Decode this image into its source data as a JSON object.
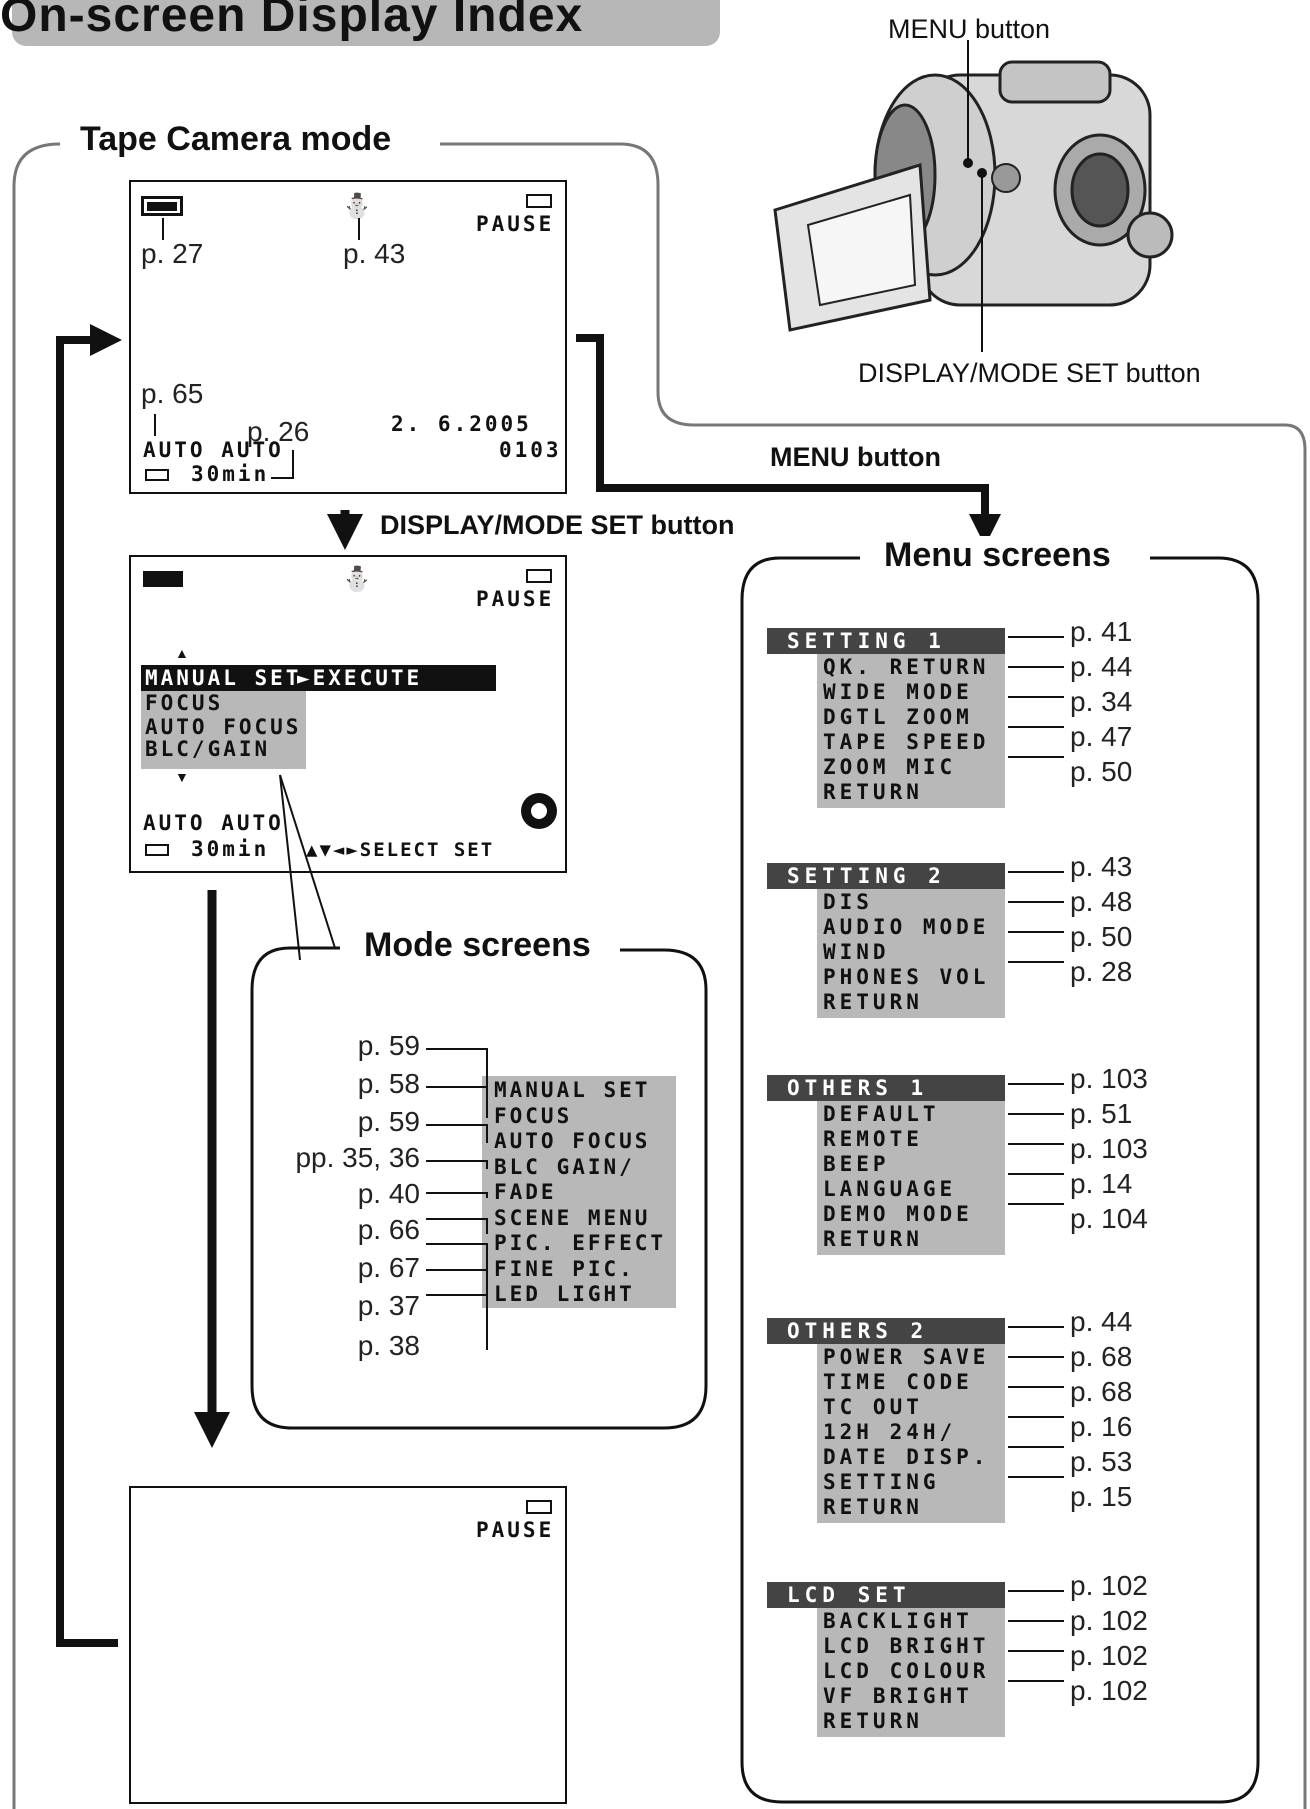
{
  "title": "On-screen Display Index",
  "camera": {
    "menu_button_label": "MENU button",
    "display_button_label": "DISPLAY/MODE SET button"
  },
  "tape_camera_mode": "Tape Camera mode",
  "screen1": {
    "status": "PAUSE",
    "date": "2. 6.2005",
    "time": "0103",
    "auto": "AUTO AUTO",
    "tape_remaining": "30min",
    "refs": {
      "battery": "p. 27",
      "mic": "p. 43",
      "auto": "p. 65",
      "tape": "p. 26"
    }
  },
  "arrows": {
    "display_mode_set": "DISPLAY/MODE SET button",
    "menu_button": "MENU button"
  },
  "screen2": {
    "status": "PAUSE",
    "manual_set": "MANUAL SET",
    "execute": "►EXECUTE",
    "items": [
      "FOCUS",
      "AUTO FOCUS",
      "BLC/GAIN"
    ],
    "auto": "AUTO AUTO",
    "tape_remaining": "30min",
    "select_set": "▲▼◄►SELECT SET"
  },
  "mode_screens": {
    "title": "Mode screens",
    "items": [
      {
        "label": "MANUAL SET",
        "page": "p. 59"
      },
      {
        "label": "FOCUS",
        "page": "p. 58"
      },
      {
        "label": "AUTO FOCUS",
        "page": "p. 59"
      },
      {
        "label": "BLC GAIN/",
        "page": "pp. 35, 36"
      },
      {
        "label": "FADE",
        "page": "p. 40"
      },
      {
        "label": "SCENE MENU",
        "page": "p. 66"
      },
      {
        "label": "PIC. EFFECT",
        "page": "p. 67"
      },
      {
        "label": "FINE PIC.",
        "page": "p. 37"
      },
      {
        "label": "LED LIGHT",
        "page": "p. 38"
      }
    ]
  },
  "screen3": {
    "status": "PAUSE"
  },
  "menu_screens": {
    "title": "Menu screens",
    "groups": [
      {
        "header": "SETTING 1",
        "header_page": "p. 41",
        "items": [
          {
            "label": "QK. RETURN",
            "page": "p. 44"
          },
          {
            "label": "WIDE MODE",
            "page": "p. 34"
          },
          {
            "label": "DGTL ZOOM",
            "page": "p. 47"
          },
          {
            "label": "TAPE SPEED",
            "page": "p. 50"
          },
          {
            "label": "ZOOM MIC",
            "page": ""
          },
          {
            "label": "RETURN",
            "page": ""
          }
        ]
      },
      {
        "header": "SETTING 2",
        "header_page": "p. 43",
        "items": [
          {
            "label": "DIS",
            "page": "p. 48"
          },
          {
            "label": "AUDIO MODE",
            "page": "p. 50"
          },
          {
            "label": "WIND",
            "page": "p. 28"
          },
          {
            "label": "PHONES VOL",
            "page": ""
          },
          {
            "label": "RETURN",
            "page": ""
          }
        ]
      },
      {
        "header": "OTHERS 1",
        "header_page": "p. 103",
        "items": [
          {
            "label": "DEFAULT",
            "page": "p. 51"
          },
          {
            "label": "REMOTE",
            "page": "p. 103"
          },
          {
            "label": "BEEP",
            "page": "p. 14"
          },
          {
            "label": "LANGUAGE",
            "page": "p. 104"
          },
          {
            "label": "DEMO MODE",
            "page": ""
          },
          {
            "label": "RETURN",
            "page": ""
          }
        ]
      },
      {
        "header": "OTHERS 2",
        "header_page": "p. 44",
        "items": [
          {
            "label": "POWER SAVE",
            "page": "p. 68"
          },
          {
            "label": "TIME CODE",
            "page": "p. 68"
          },
          {
            "label": "TC OUT",
            "page": "p. 16"
          },
          {
            "label": "12H 24H/",
            "page": "p. 53"
          },
          {
            "label": "DATE DISP.",
            "page": "p. 15"
          },
          {
            "label": "SETTING",
            "page": ""
          },
          {
            "label": "RETURN",
            "page": ""
          }
        ]
      },
      {
        "header": "LCD SET",
        "header_page": "p. 102",
        "items": [
          {
            "label": "BACKLIGHT",
            "page": "p. 102"
          },
          {
            "label": "LCD BRIGHT",
            "page": "p. 102"
          },
          {
            "label": "LCD COLOUR",
            "page": "p. 102"
          },
          {
            "label": "VF BRIGHT",
            "page": ""
          },
          {
            "label": "RETURN",
            "page": ""
          }
        ]
      }
    ]
  }
}
